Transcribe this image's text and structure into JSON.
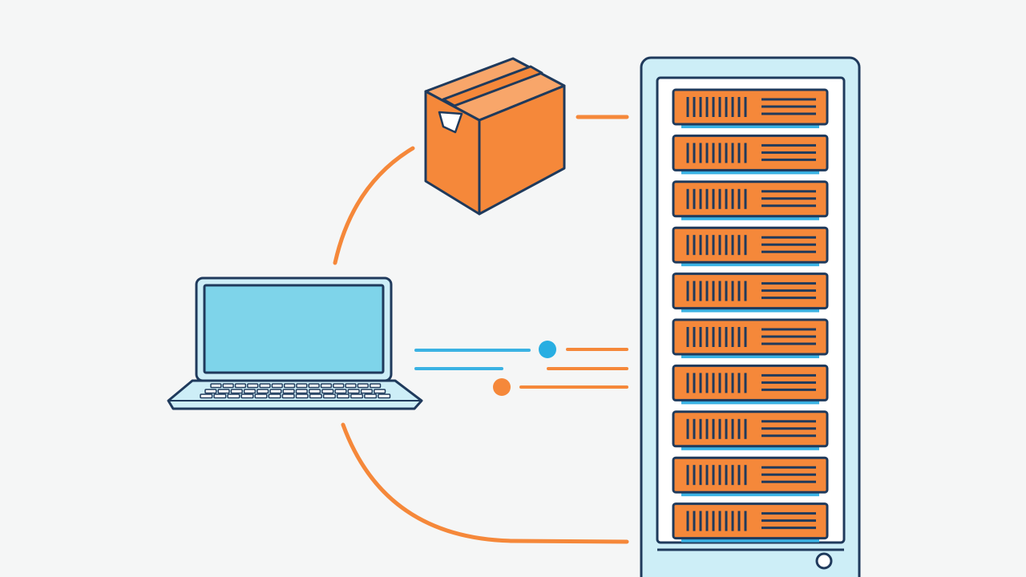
{
  "diagram": {
    "nodes": [
      {
        "id": "package",
        "icon": "package-box-icon"
      },
      {
        "id": "laptop",
        "icon": "laptop-icon"
      },
      {
        "id": "server",
        "icon": "server-rack-icon",
        "rack_units": 10
      }
    ],
    "connections": [
      {
        "from": "package",
        "to": "server",
        "style": "line"
      },
      {
        "from": "laptop",
        "to": "package",
        "style": "arc"
      },
      {
        "from": "laptop",
        "to": "server",
        "style": "arc"
      },
      {
        "from": "laptop",
        "to": "server",
        "style": "data-stream",
        "dots": [
          "blue",
          "orange"
        ]
      }
    ]
  },
  "colors": {
    "background": "#f5f6f6",
    "outline": "#1f3a5c",
    "orange": "#f5883a",
    "orange_light": "#f8a66a",
    "blue": "#7ed4ea",
    "blue_light": "#cdeef7",
    "blue_dot": "#28aee2",
    "line_blue": "#3ab2e3",
    "white": "#ffffff"
  }
}
